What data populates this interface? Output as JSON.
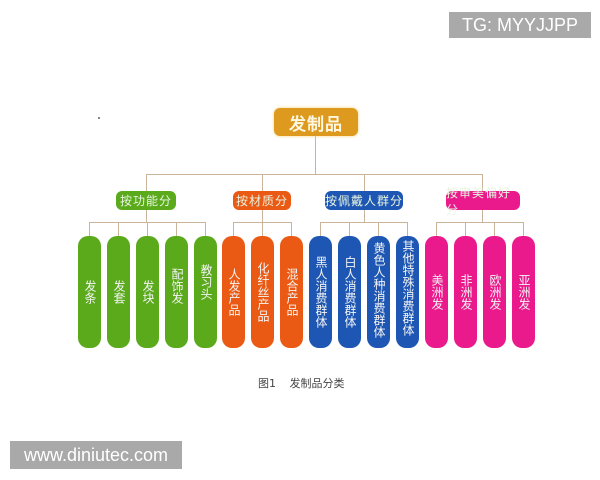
{
  "watermarks": {
    "top_right": "TG: MYYJJPP",
    "bottom_left": "www.diniutec.com"
  },
  "diagram": {
    "root": {
      "label": "发制品",
      "color": "#dd9a1e"
    },
    "categories": [
      {
        "label": "按功能分",
        "color": "#5aaa1c",
        "items": [
          "发条",
          "发套",
          "发块",
          "配饰发",
          "教习头"
        ]
      },
      {
        "label": "按材质分",
        "color": "#ea5a14",
        "items": [
          "人发产品",
          "化纤丝产品",
          "混合产品"
        ]
      },
      {
        "label": "按佩戴人群分",
        "color": "#1e56b4",
        "items": [
          "黑人消费群体",
          "白人消费群体",
          "黄色人种消费群体",
          "其他特殊消费群体"
        ]
      },
      {
        "label": "按审美偏好分",
        "color": "#ea1a8c",
        "items": [
          "美洲发",
          "非洲发",
          "欧洲发",
          "亚洲发"
        ]
      }
    ],
    "caption": {
      "number": "图1",
      "title": "发制品分类"
    }
  }
}
